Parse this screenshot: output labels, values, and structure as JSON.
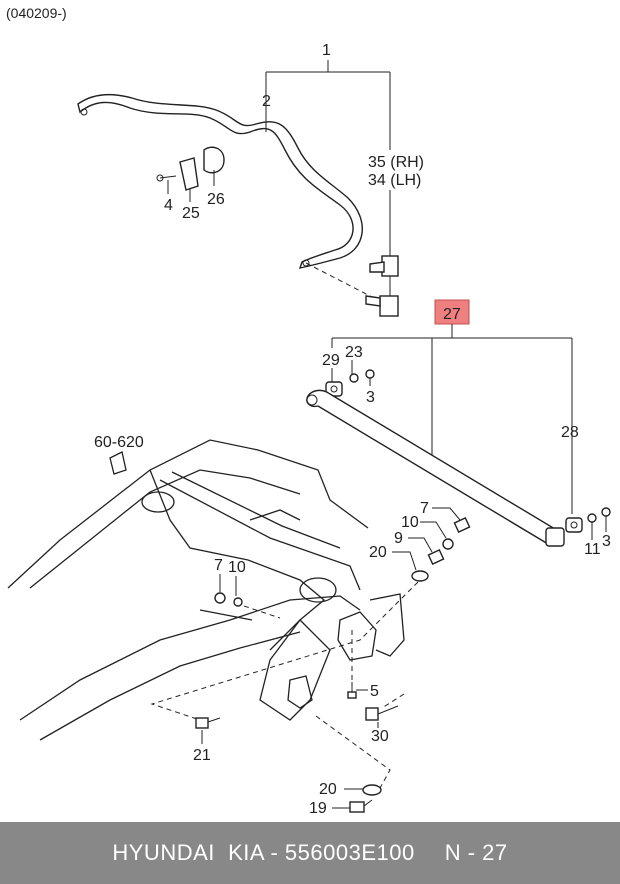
{
  "header_code": "(040209-)",
  "labels": {
    "p1": "1",
    "p2": "2",
    "p35": "35 (RH)",
    "p34": "34 (LH)",
    "p4": "4",
    "p25": "25",
    "p26": "26",
    "p27": "27",
    "p29": "29",
    "p23": "23",
    "p3a": "3",
    "p28": "28",
    "p11": "11",
    "p3b": "3",
    "p60620": "60-620",
    "p7a": "7",
    "p10a": "10",
    "p9": "9",
    "p20a": "20",
    "p7b": "7",
    "p10b": "10",
    "p5": "5",
    "p30": "30",
    "p21": "21",
    "p20b": "20",
    "p19": "19"
  },
  "highlight_color": "#f08080",
  "footer": {
    "brand": "HYUNDAI  KIA - 556003E100",
    "ref": "N - 27"
  }
}
